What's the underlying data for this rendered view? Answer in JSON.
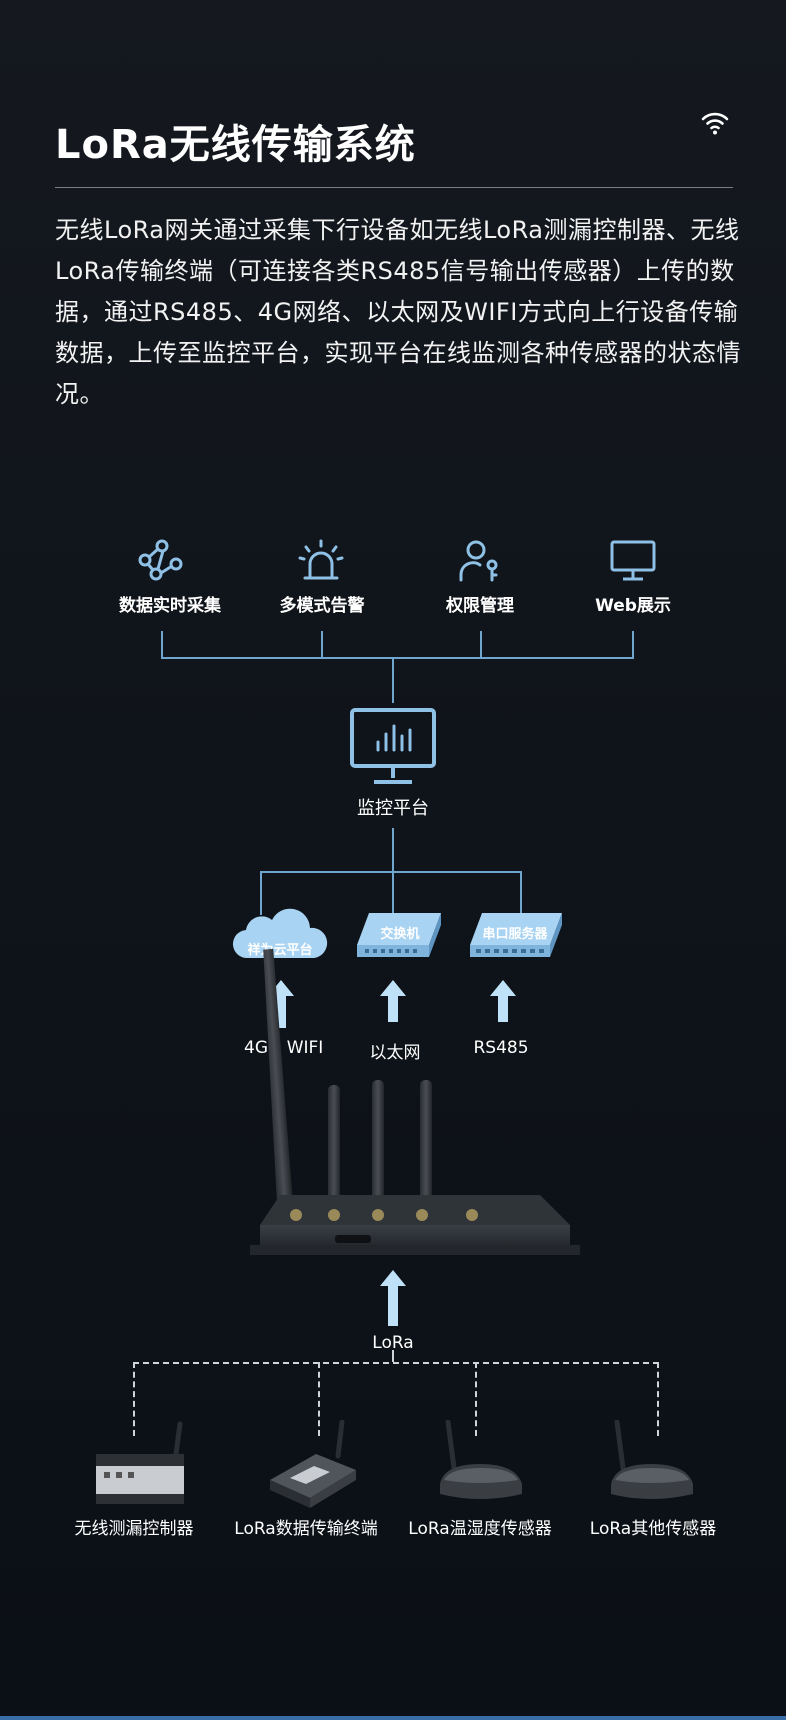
{
  "header": {
    "title": "LoRa无线传输系统",
    "description": "无线LoRa网关通过采集下行设备如无线LoRa测漏控制器、无线LoRa传输终端（可连接各类RS485信号输出传感器）上传的数据，通过RS485、4G网络、以太网及WIFI方式向上行设备传输数据，上传至监控平台，实现平台在线监测各种传感器的状态情况。"
  },
  "features": [
    {
      "label": "数据实时采集",
      "icon": "network-nodes-icon"
    },
    {
      "label": "多模式告警",
      "icon": "alarm-light-icon"
    },
    {
      "label": "权限管理",
      "icon": "user-lock-icon"
    },
    {
      "label": "Web展示",
      "icon": "monitor-icon"
    }
  ],
  "platform": {
    "label": "监控平台",
    "icon": "monitor-chart-icon"
  },
  "uplinks": [
    {
      "box_label": "祥为云平台",
      "link_label_a": "4G",
      "link_label_b": "WIFI"
    },
    {
      "box_label": "交换机",
      "link_label": "以太网"
    },
    {
      "box_label": "串口服务器",
      "link_label": "RS485"
    }
  ],
  "gateway": {
    "link_label": "LoRa"
  },
  "devices": [
    {
      "label": "无线测漏控制器"
    },
    {
      "label": "LoRa数据传输终端"
    },
    {
      "label": "LoRa温湿度传感器"
    },
    {
      "label": "LoRa其他传感器"
    }
  ],
  "colors": {
    "accent": "#6ea6cf",
    "cloud": "#a9d3f2",
    "arrow": "#bfe2f8"
  }
}
